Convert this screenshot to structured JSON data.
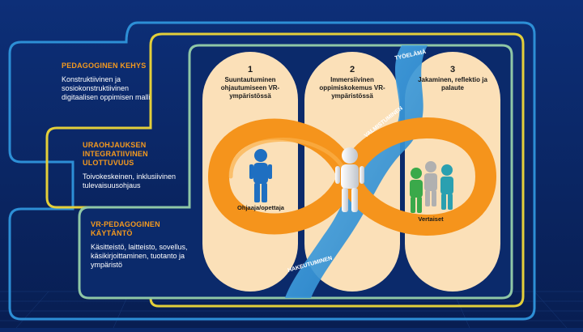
{
  "side_labels": [
    {
      "title": "PEDAGOGINEN KEHYS",
      "body": "Konstruktiivinen ja sosiokonstruktiivinen digitaalisen oppimisen malli"
    },
    {
      "title": "URAOHJAUKSEN INTEGRATIIVINEN ULOTTUVUUS",
      "body": "Toivokeskeinen, inklusiivinen tulevaisuusohjaus"
    },
    {
      "title": "VR-PEDAGOGINEN KÄYTÄNTÖ",
      "body": "Käsitteistö, laitteisto, sovellus, käsikirjoittaminen, tuotanto ja ympäristö"
    }
  ],
  "phases": [
    {
      "number": "1",
      "title": "Suuntautuminen ohjautumiseen VR-ympäristössä"
    },
    {
      "number": "2",
      "title": "Immersiivinen oppimiskokemus VR-ympäristössä"
    },
    {
      "number": "3",
      "title": "Jakaminen, reflektio ja palaute"
    }
  ],
  "figures": {
    "guide_label": "Ohjaaja/opettaja",
    "peers_label": "Vertaiset"
  },
  "river_labels": {
    "top": "TYÖELÄMÄ",
    "middle": "VALMISTUMINEN",
    "bottom": "HAKEUTUMINEN"
  },
  "colors": {
    "background": "#0b2a6b",
    "frame_outer": "#2d8fd6",
    "frame_mid": "#e3cf3a",
    "frame_inner": "#8fc7a6",
    "panel": "#fbe0b8",
    "infinity": "#f5941c",
    "river": "#3d9de0",
    "title_accent": "#f59a1e",
    "guide_figure": "#1f6fc1",
    "peer_green": "#3aa94a",
    "peer_gray": "#b0b0b0",
    "peer_teal": "#2aa0b0"
  }
}
